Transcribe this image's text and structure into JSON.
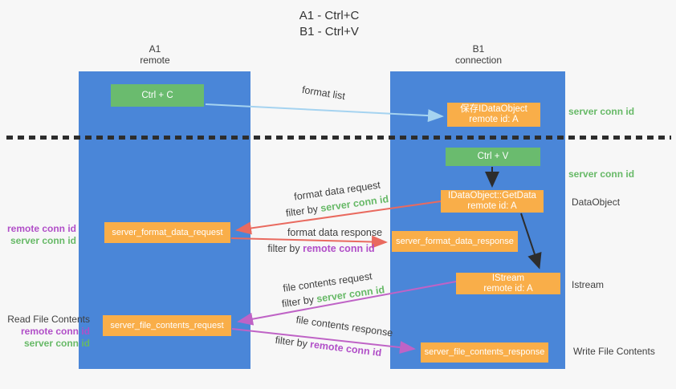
{
  "title": {
    "line1": "A1 - Ctrl+C",
    "line2": "B1 - Ctrl+V"
  },
  "lanes": {
    "left": {
      "id": "A1",
      "label": "remote"
    },
    "right": {
      "id": "B1",
      "label": "connection"
    }
  },
  "nodes": {
    "ctrl_c": "Ctrl + C",
    "ctrl_v": "Ctrl + V",
    "save_idataobject": {
      "line1": "保存IDataObject",
      "line2": "remote id: A"
    },
    "getdata": {
      "line1": "IDataObject::GetData",
      "line2": "remote id: A"
    },
    "istream": {
      "line1": "IStream",
      "line2": "remote id: A"
    },
    "format_request": "server_format_data_request",
    "format_response": "server_format_data_response",
    "file_request": "server_file_contents_request",
    "file_response": "server_file_contents_response"
  },
  "annotations": {
    "server_conn_id_top": "server conn id",
    "server_conn_id_mid": "server conn id",
    "dataobject": "DataObject",
    "istream": "Istream",
    "write_file_contents": "Write File Contents",
    "read_file_contents": "Read File Contents",
    "mid_left": {
      "remote": "remote conn id",
      "server": "server conn id"
    },
    "bottom_left": {
      "remote": "remote conn id",
      "server": "server conn id"
    }
  },
  "arrow_labels": {
    "format_list": "format list",
    "format_data_request": "format data request",
    "format_data_request_filter_prefix": "filter by ",
    "format_data_request_filter_key": "server conn id",
    "format_data_response": "format data response",
    "format_data_response_filter_prefix": "filter by ",
    "format_data_response_filter_key": "remote conn id",
    "file_contents_request": "file contents request",
    "file_contents_request_filter_prefix": "filter by ",
    "file_contents_request_filter_key": "server conn id",
    "file_contents_response": "file contents response",
    "file_contents_response_filter_prefix": "filter by ",
    "file_contents_response_filter_key": "remote conn id"
  },
  "colors": {
    "lane_blue": "#4a86d8",
    "box_green": "#6abb6e",
    "box_orange": "#f9ae49",
    "arrow_light_blue": "#a5d3f0",
    "arrow_red": "#e96a5f",
    "arrow_magenta": "#bf63c6",
    "arrow_black": "#2d2d2d",
    "text_green": "#67b967",
    "text_purple": "#b14fc8",
    "text_dark": "#3f3f3f",
    "background": "#f7f7f7"
  }
}
